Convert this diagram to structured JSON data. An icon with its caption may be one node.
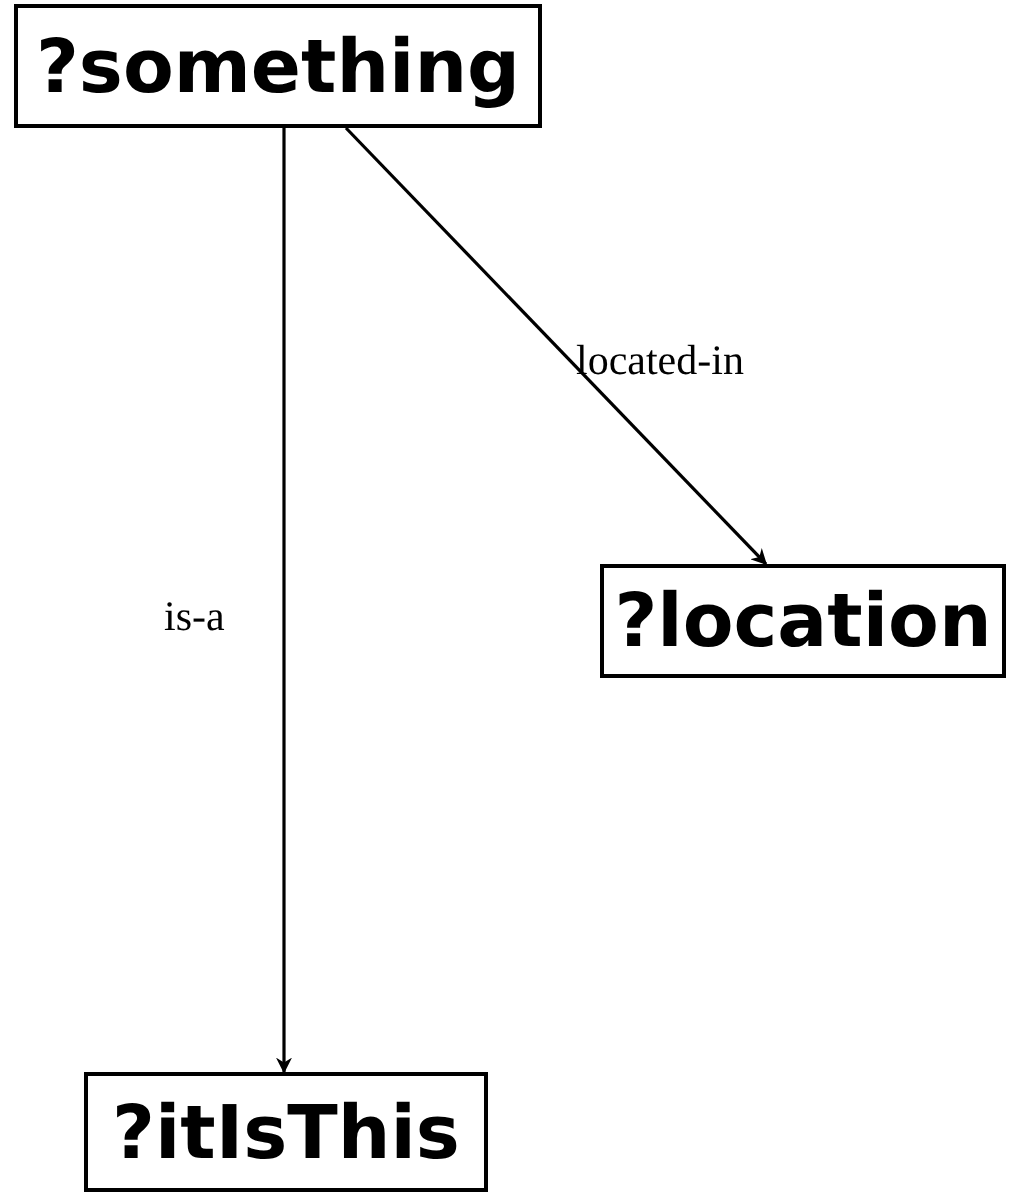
{
  "diagram": {
    "nodes": [
      {
        "text": [
          "?something"
        ]
      },
      {
        "text": [
          "?location"
        ]
      },
      {
        "text": [
          "?itIsThis"
        ]
      }
    ],
    "edges": [
      {
        "from": 0,
        "to": 2,
        "arrow": "to",
        "label": "is-a"
      },
      {
        "from": 0,
        "to": 1,
        "arrow": "to",
        "label": "located-in"
      }
    ]
  }
}
